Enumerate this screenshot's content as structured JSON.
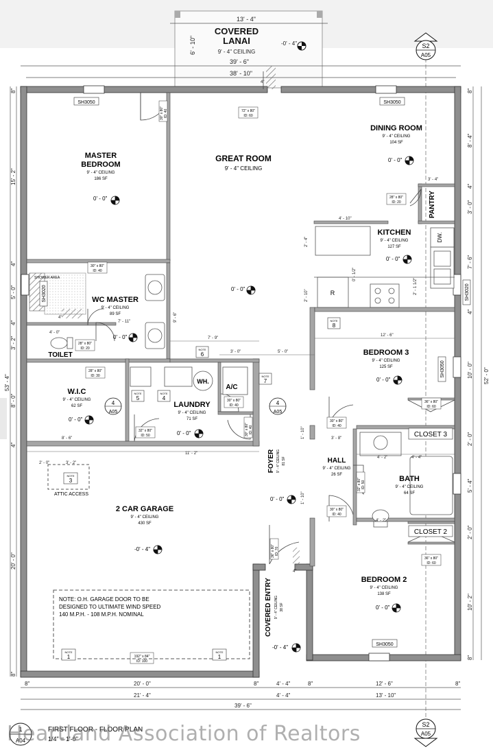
{
  "rooms": {
    "lanai": {
      "line1": "COVERED",
      "line2": "LANAI",
      "ceiling": "9' - 4\" CEILING",
      "elev": "-0' - 4\""
    },
    "master": {
      "line1": "MASTER",
      "line2": "BEDROOM",
      "ceiling": "9' - 4\" CEILING",
      "area": "186 SF",
      "elev": "0' - 0\""
    },
    "great": {
      "name": "GREAT ROOM",
      "ceiling": "9' - 4\" CEILING",
      "elev": "0' - 0\""
    },
    "dining": {
      "name": "DINING ROOM",
      "ceiling": "9' - 4\" CEILING",
      "area": "104 SF",
      "elev": "0' - 0\""
    },
    "kitchen": {
      "name": "KITCHEN",
      "ceiling": "9' - 4\" CEILING",
      "area": "127 SF",
      "elev": "0' - 0\""
    },
    "pantry": {
      "name": "PANTRY"
    },
    "wc_master": {
      "name": "WC MASTER",
      "ceiling": "9' - 4\" CEILING",
      "area": "89 SF",
      "elev": "0' - 0\""
    },
    "toilet": {
      "name": "TOILET"
    },
    "shower": {
      "name": "SHOWER AREA"
    },
    "wic": {
      "name": "W.I.C",
      "ceiling": "9' - 4\" CEILING",
      "area": "62 SF",
      "elev": "0' - 0\""
    },
    "laundry": {
      "name": "LAUNDRY",
      "ceiling": "9' - 4\" CEILING",
      "area": "71 SF",
      "elev": "0' - 0\""
    },
    "ac": {
      "name": "A/C"
    },
    "wh": {
      "name": "WH."
    },
    "bedroom3": {
      "name": "BEDROOM 3",
      "ceiling": "9' - 4\" CEILING",
      "area": "125 SF",
      "elev": "0' - 0\""
    },
    "closet3": {
      "name": "CLOSET 3"
    },
    "hall": {
      "name": "HALL",
      "ceiling": "9' - 4\" CEILING",
      "area": "26 SF"
    },
    "bath": {
      "name": "BATH",
      "ceiling": "9' - 4\" CEILING",
      "area": "64 SF"
    },
    "closet2": {
      "name": "CLOSET 2"
    },
    "bedroom2": {
      "name": "BEDROOM 2",
      "ceiling": "9' - 4\" CEILING",
      "area": "138 SF",
      "elev": "0' - 0\""
    },
    "foyer": {
      "name": "FOYER",
      "ceiling": "9' - 4\" CEILING",
      "area": "81 SF",
      "elev": "0' - 0\""
    },
    "covered_entry": {
      "name": "COVERED ENTRY",
      "ceiling": "9' - 4\" CEILING",
      "area": "38 SF",
      "elev": "-0' - 4\""
    },
    "garage": {
      "name": "2 CAR GARAGE",
      "ceiling": "9' - 4\" CEILING",
      "area": "430 SF",
      "elev": "-0' - 4\""
    },
    "attic": {
      "name": "ATTIC ACCESS"
    },
    "dw": {
      "name": "DW."
    },
    "fridge": {
      "name": "R"
    }
  },
  "garage_note": {
    "line1": "NOTE: O.H. GARAGE DOOR TO BE",
    "line2": "DESIGNED TO ULTIMATE WIND SPEED",
    "line3": "140 M.P.H. - 108 M.P.H. NOMINAL"
  },
  "notes": {
    "note": "NOTE",
    "n1": "1",
    "n3": "3",
    "n4": "4",
    "n5": "5",
    "n6": "6",
    "n7": "7",
    "n8": "8"
  },
  "windows": {
    "sh3050": "SH3050",
    "sh3020": "SH3020"
  },
  "doors": {
    "front": {
      "size": "72\" x 80\"",
      "id": "ID: 60"
    },
    "master": {
      "size": "30\" x 80\"",
      "id": "ID: 40"
    },
    "master_wc": {
      "size": "30\" x 80\"",
      "id": "ID: 40"
    },
    "pantry": {
      "size": "28\" x 80\"",
      "id": "ID: 20"
    },
    "toilet": {
      "size": "28\" x 80\"",
      "id": "ID: 20"
    },
    "wic": {
      "size": "28\" x 80\"",
      "id": "ID: 30"
    },
    "laundry_garage": {
      "size": "32\" x 80\"",
      "id": "ID: 50"
    },
    "ac": {
      "size": "30\" x 80\"",
      "id": "ID: 40"
    },
    "laundry_foyer": {
      "size": "30\" x 80\"",
      "id": "ID: 40"
    },
    "bed3_closet": {
      "size": "36\" x 80\"",
      "id": "ID: 60"
    },
    "bed3": {
      "size": "30\" x 80\"",
      "id": "ID: 40"
    },
    "bath": {
      "size": "32\" x 80\"",
      "id": "ID: 50"
    },
    "bed2": {
      "size": "30\" x 80\"",
      "id": "ID: 40"
    },
    "bed2_closet": {
      "size": "36\" x 80\"",
      "id": "ID: 60"
    },
    "entry": {
      "size": "36\" x 80\"",
      "id": "ID: 70"
    },
    "garage_door": {
      "size": "192\" x 84\"",
      "id": "ID: 100"
    }
  },
  "dims": {
    "lanai_w": "13' - 4\"",
    "lanai_d": "6' - 10\"",
    "overall_top": "39' - 6\"",
    "inner_top": "38' - 10\"",
    "overall_bottom": "39' - 6\"",
    "bot_garage": "20' - 0\"",
    "bot_8a": "8\"",
    "bot_8b": "8\"",
    "bot_8c": "8\"",
    "bot_8d": "8\"",
    "bot_entry": "4' - 4\"",
    "bot_bed": "12' - 6\"",
    "bot_left": "21' - 4\"",
    "bot_mid": "4' - 4\"",
    "bot_right": "13' - 10\"",
    "left_15": "15' - 2\"",
    "left_53": "53' - 4\"",
    "left_4": "4\"",
    "left_5": "5' - 0\"",
    "left_4b": "4\"",
    "left_3": "3' - 2\"",
    "left_8": "8' - 0\"",
    "left_20": "20' - 0\"",
    "left_8top": "8\"",
    "left_4c": "4\"",
    "left_8bot": "8\"",
    "right_52": "52' - 0\"",
    "right_8_4": "8' - 4\"",
    "right_3": "3' - 0\"",
    "right_7_6": "7' - 6\"",
    "right_10": "10' - 0\"",
    "right_5_4": "5' - 4\"",
    "right_10_2": "10' - 2\"",
    "right_2a": "2' - 0\"",
    "right_2b": "2' - 0\"",
    "right_4a": "4\"",
    "right_4b": "4\"",
    "right_8a": "8\"",
    "right_8b": "8\"",
    "mid_3_0": "3' - 0\"",
    "mid_5_0": "5' - 0\"",
    "mid_7_9": "7' - 9\"",
    "mid_7_11": "7' - 11\"",
    "mid_11_2": "11' - 2\"",
    "mid_12_6": "12' - 6\"",
    "mid_4_10": "4' - 10\"",
    "mid_3_4": "3' - 4\"",
    "mid_3_8": "3' - 8\"",
    "mid_4_2": "4' - 2\"",
    "mid_4_4": "4' - 4\"",
    "mid_4_2b": "4' - 2\"",
    "mid_8_6": "8' - 6\"",
    "mid_4_0": "4' - 0\"",
    "mid_2_0": "2' - 0\"",
    "mid_3_2": "3' - 2\"",
    "mid_9_6": "9' - 6\"",
    "mid_2_10": "2' - 10\"",
    "mid_1_10": "1' - 10\"",
    "mid_1_10b": "1' - 10\"",
    "mid_2_1_2": "2' - 1 1/2\"",
    "mid_0_1_2": "0' - 1/2\"",
    "mid_2_4": "2' - 4\"",
    "mid_4_in": "4\"",
    "mid_4_in2": "4\"",
    "mid_4_in3": "4\""
  },
  "sections": {
    "s2": "S2",
    "a05": "A05",
    "four": "4"
  },
  "title_block": {
    "num": "1",
    "sheet": "A04",
    "title": "FIRST FLOOR - FLOOR PLAN",
    "scale": "1/4\" = 1'-0\""
  },
  "watermark": "Heartland Association of Realtors"
}
